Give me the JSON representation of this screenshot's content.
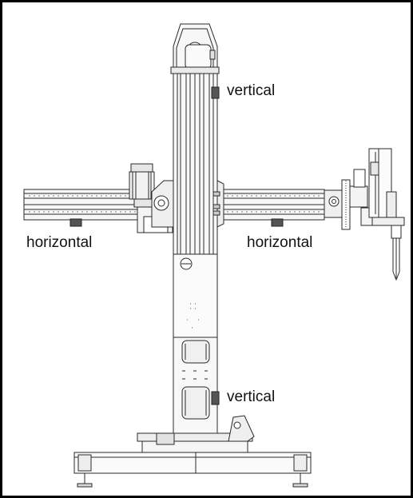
{
  "diagram": {
    "labels": {
      "vertical_top": "vertical",
      "vertical_bottom": "vertical",
      "horizontal_left": "horizontal",
      "horizontal_right": "horizontal"
    },
    "colors": {
      "line": "#2a2a2a",
      "fill_light": "#f4f4f4",
      "fill_mid": "#d0d0d0",
      "marker": "#555555",
      "border": "#000000"
    }
  }
}
